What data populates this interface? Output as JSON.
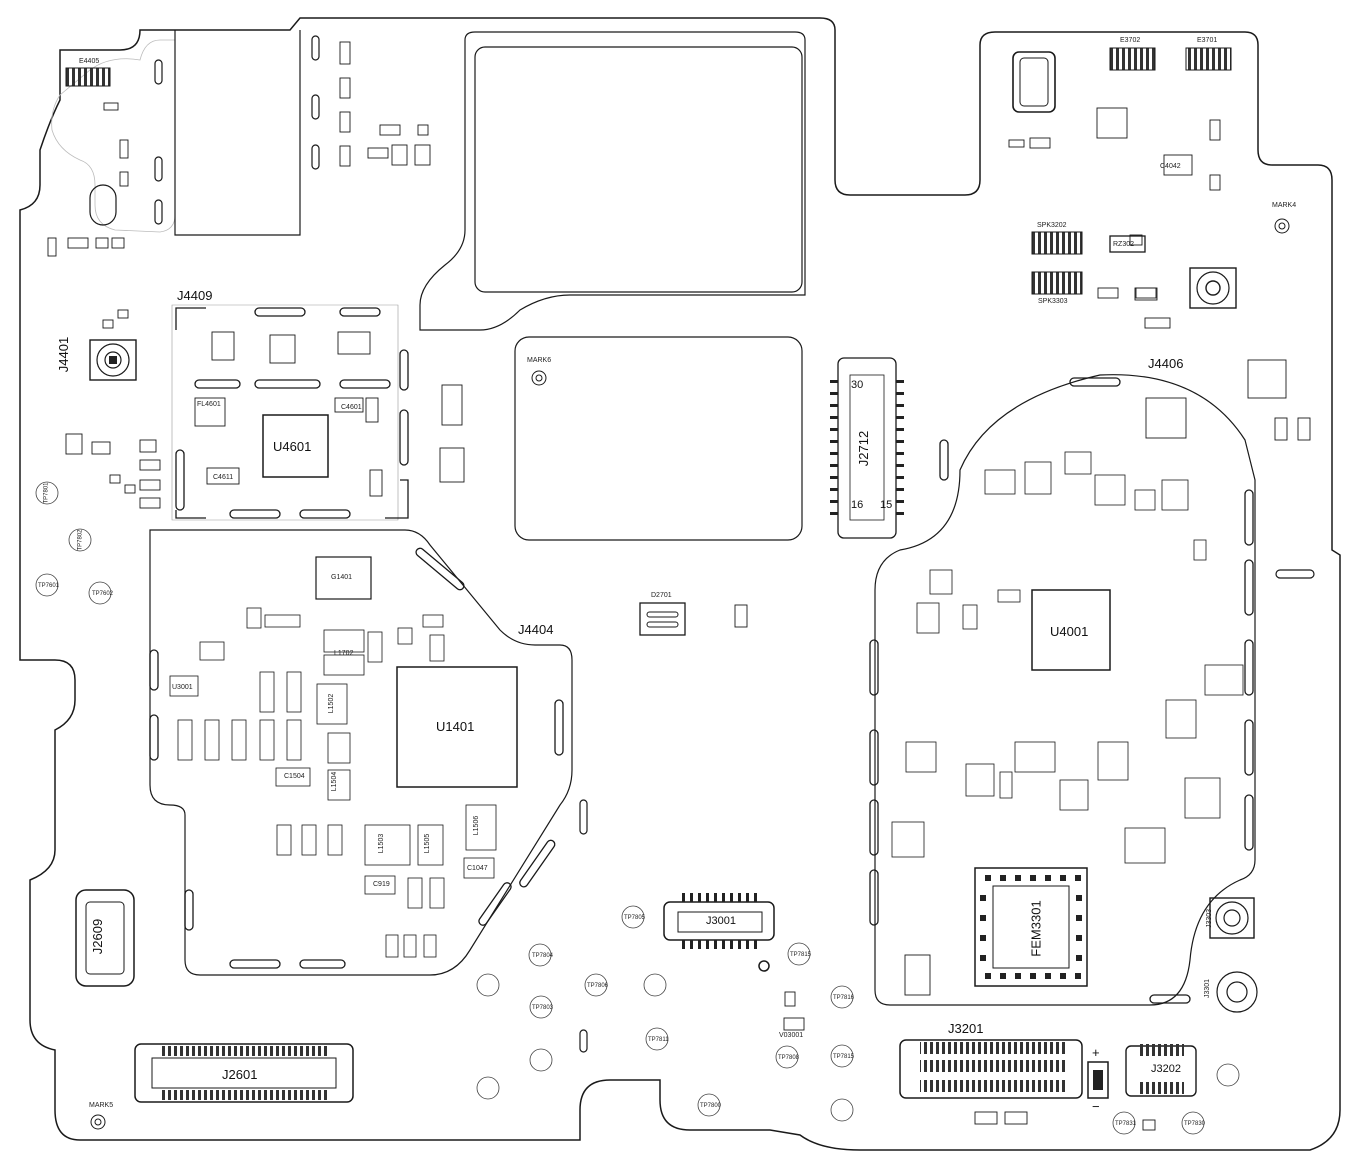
{
  "refdes": {
    "J4409": "J4409",
    "J4401": "J4401",
    "U4601": "U4601",
    "C4601": "C4601",
    "C4611": "C4611",
    "FL4601": "FL4601",
    "J4404": "J4404",
    "U1401": "U1401",
    "G1401": "G1401",
    "L1702": "L1702",
    "L1502": "L1502",
    "L1503": "L1503",
    "L1504": "L1504",
    "L1505": "L1505",
    "L1506": "L1506",
    "L1503b": "L1503",
    "C1504": "C1504",
    "C919": "C919",
    "C1047": "C1047",
    "U3001": "U3001",
    "J2609": "J2609",
    "J2601": "J2601",
    "D2701": "D2701",
    "J3001": "J3001",
    "J2712": "J2712",
    "J4406": "J4406",
    "U4001": "U4001",
    "FEM3301": "FEM3301",
    "J3201": "J3201",
    "J3202": "J3202",
    "J3303": "J3303",
    "J3301": "J3301",
    "E4405": "E4405",
    "E3702": "E3702",
    "E3701": "E3701",
    "SPK3202": "SPK3202",
    "SPK3303": "SPK3303",
    "MARK4": "MARK4",
    "MARK5": "MARK5",
    "MARK6": "MARK6",
    "V03001": "V03001",
    "RZ302": "RZ302",
    "C4042": "C4042",
    "pin30": "30",
    "pin16": "16",
    "pin15": "15",
    "plus": "+",
    "minus": "−"
  },
  "test_points": {
    "tp7601": "TP7601",
    "tp7602": "TP7602",
    "tp7801": "TP7801",
    "tp7803": "TP7803",
    "tp7804": "TP7804",
    "tp7805": "TP7805",
    "tp7806": "TP7806",
    "tp7811": "TP7811",
    "tp7815": "TP7815",
    "tp7816": "TP7816",
    "tp7800": "TP7800",
    "tp7830": "TP7830",
    "tp7831": "TP7831",
    "tp7802": "TP7802",
    "tp7808": "TP7808",
    "tp7815b": "TP7815"
  },
  "colors": {
    "outline": "#1a1a1a",
    "fill": "#ffffff",
    "pad": "#262626",
    "shield": "#3a3a3a"
  }
}
